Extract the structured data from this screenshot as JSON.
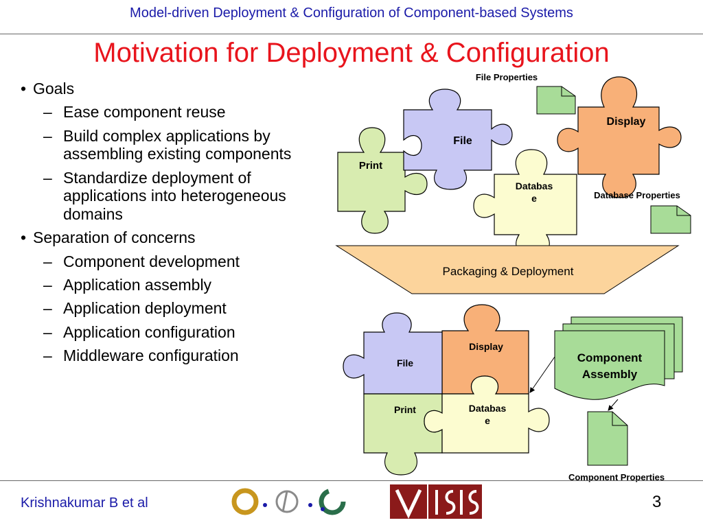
{
  "header": {
    "title": "Model-driven Deployment & Configuration of Component-based Systems"
  },
  "slide": {
    "title": "Motivation for Deployment & Configuration",
    "bullets": [
      {
        "text": "Goals",
        "children": [
          "Ease component reuse",
          "Build complex applications by assembling existing components",
          "Standardize deployment of applications into heterogeneous domains"
        ]
      },
      {
        "text": "Separation of concerns",
        "children": [
          "Component development",
          "Application assembly",
          "Application deployment",
          "Application configuration",
          "Middleware configuration"
        ]
      }
    ]
  },
  "diagram": {
    "top_pieces": {
      "print": "Print",
      "file": "File",
      "display": "Display",
      "database_line1": "Databas",
      "database_line2": "e"
    },
    "file_properties": "File Properties",
    "database_properties": "Database Properties",
    "funnel_label": "Packaging & Deployment",
    "bottom_pieces": {
      "file": "File",
      "display": "Display",
      "print": "Print",
      "database_line1": "Databas",
      "database_line2": "e"
    },
    "component_assembly_line1": "Component",
    "component_assembly_line2": "Assembly",
    "component_properties": "Component Properties"
  },
  "footer": {
    "author": "Krishnakumar B et al",
    "page_number": "3"
  },
  "colors": {
    "header_blue": "#1a1aa8",
    "title_red": "#e8141c",
    "print_green": "#d8ecb0",
    "file_lavender": "#c8c8f4",
    "display_orange": "#f8b078",
    "database_yellow": "#fcfcd0",
    "doc_green": "#a8dc98",
    "funnel_peach": "#fcd49c"
  }
}
